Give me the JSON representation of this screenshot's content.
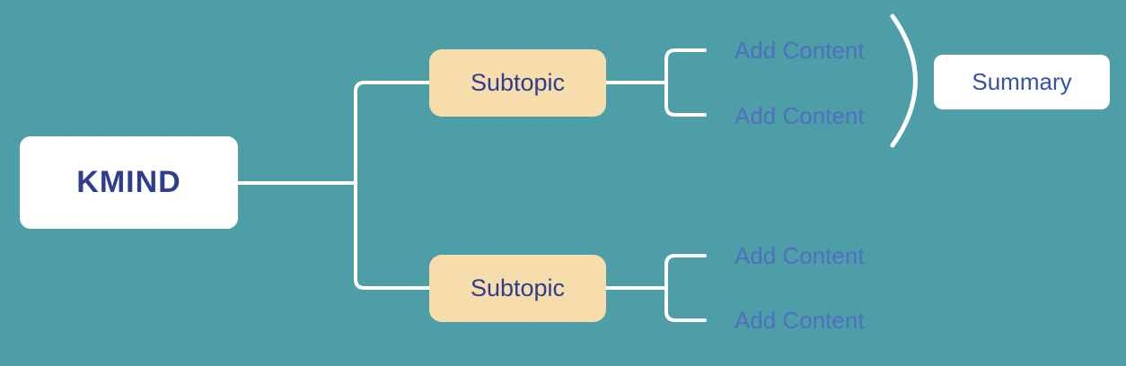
{
  "mindmap": {
    "root": {
      "label": "KMIND"
    },
    "subtopics": [
      {
        "label": "Subtopic",
        "children": [
          {
            "label": "Add Content"
          },
          {
            "label": "Add Content"
          }
        ]
      },
      {
        "label": "Subtopic",
        "children": [
          {
            "label": "Add Content"
          },
          {
            "label": "Add Content"
          }
        ]
      }
    ],
    "summary": {
      "label": "Summary"
    }
  },
  "colors": {
    "background": "#4d9ea7",
    "root_bg": "#ffffff",
    "root_text": "#2f3d8f",
    "subtopic_bg": "#f7ddab",
    "subtopic_text": "#2f3d8f",
    "placeholder_text": "#4f6fc0",
    "summary_bg": "#ffffff",
    "summary_text": "#3a4fa5",
    "connector": "#ffffff"
  }
}
